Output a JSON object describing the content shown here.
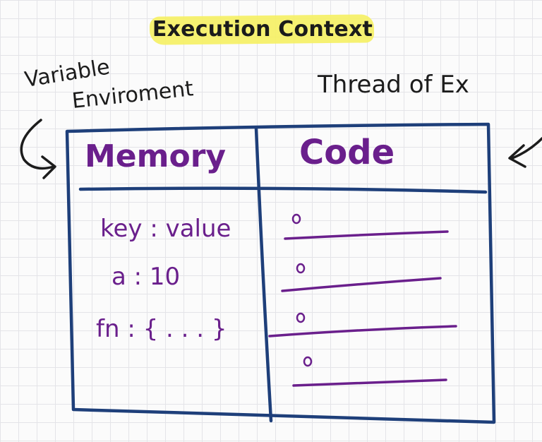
{
  "title": "Execution Context",
  "labels": {
    "variable_environment_line1": "Variable",
    "variable_environment_line2": "Enviroment",
    "thread_of_execution": "Thread of Ex"
  },
  "table": {
    "memory_heading": "Memory",
    "code_heading": "Code",
    "memory_entries": [
      "key : value",
      "a : 10",
      "fn : { . . . }"
    ]
  },
  "colors": {
    "border": "#1e3f7a",
    "heading_text": "#6a1f8c",
    "highlight": "#f5ef62",
    "ink": "#1c1c1c"
  }
}
